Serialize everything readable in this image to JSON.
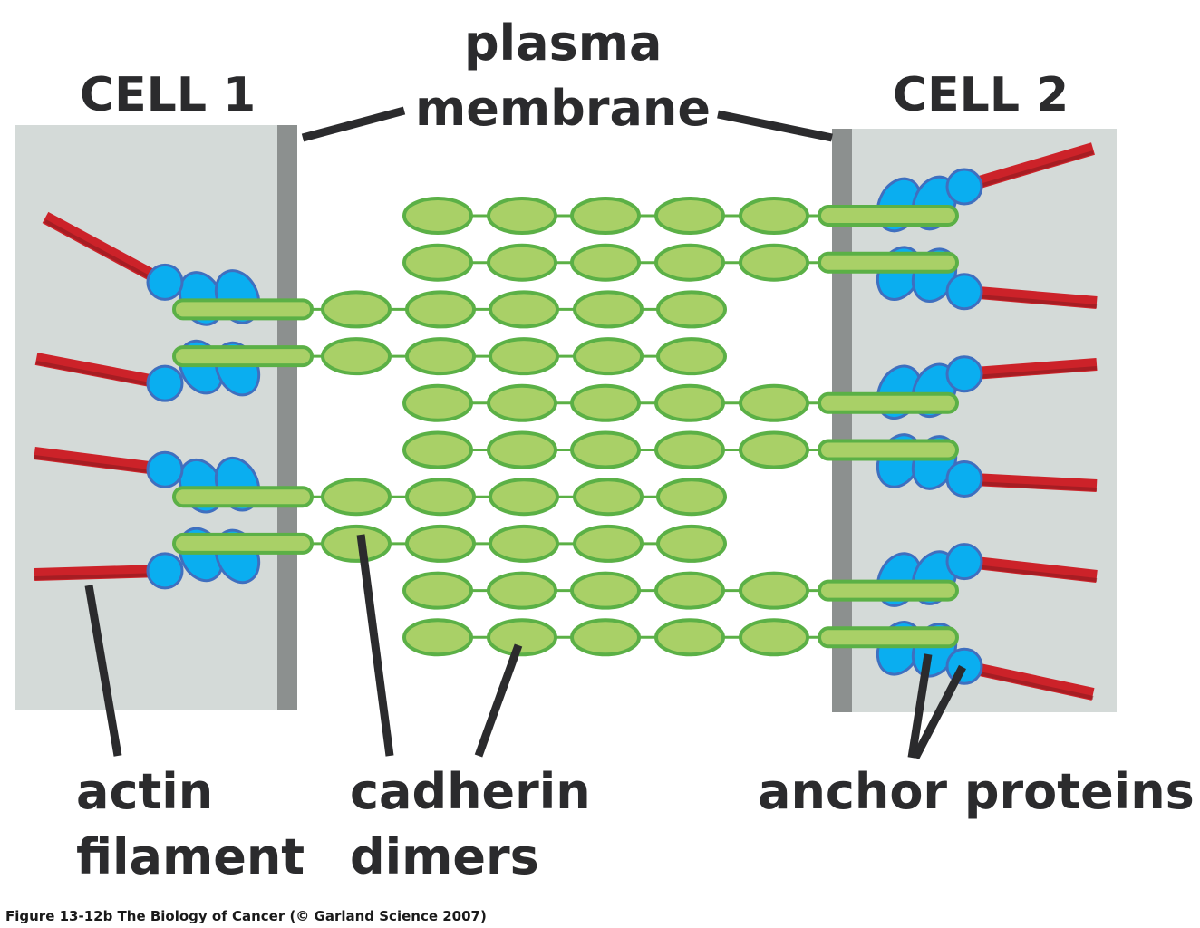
{
  "labels": {
    "cell1": "CELL 1",
    "cell2": "CELL 2",
    "plasma_membrane_line1": "plasma",
    "plasma_membrane_line2": "membrane",
    "actin_line1": "actin",
    "actin_line2": "filament",
    "cadherin_line1": "cadherin",
    "cadherin_line2": "dimers",
    "anchor_proteins": "anchor proteins"
  },
  "caption": "Figure 13-12b  The Biology of Cancer (© Garland Science 2007)",
  "colors": {
    "cytoplasm": "#d4dad8",
    "membrane": "#8c908f",
    "cadherin_fill": "#a9d067",
    "cadherin_stroke": "#5bb046",
    "anchor_fill": "#0aaef0",
    "anchor_stroke": "#3f6fbf",
    "actin": "#cc2229",
    "actin_dark": "#8e1a20",
    "leader": "#2b2b2d"
  },
  "structure": {
    "cadherin_rows": [
      {
        "anchored_cell": 2,
        "domains": 5
      },
      {
        "anchored_cell": 2,
        "domains": 5
      },
      {
        "anchored_cell": 1,
        "domains": 5
      },
      {
        "anchored_cell": 1,
        "domains": 5
      },
      {
        "anchored_cell": 2,
        "domains": 5
      },
      {
        "anchored_cell": 2,
        "domains": 5
      },
      {
        "anchored_cell": 1,
        "domains": 5
      },
      {
        "anchored_cell": 1,
        "domains": 5
      },
      {
        "anchored_cell": 2,
        "domains": 5
      },
      {
        "anchored_cell": 2,
        "domains": 5
      }
    ]
  }
}
